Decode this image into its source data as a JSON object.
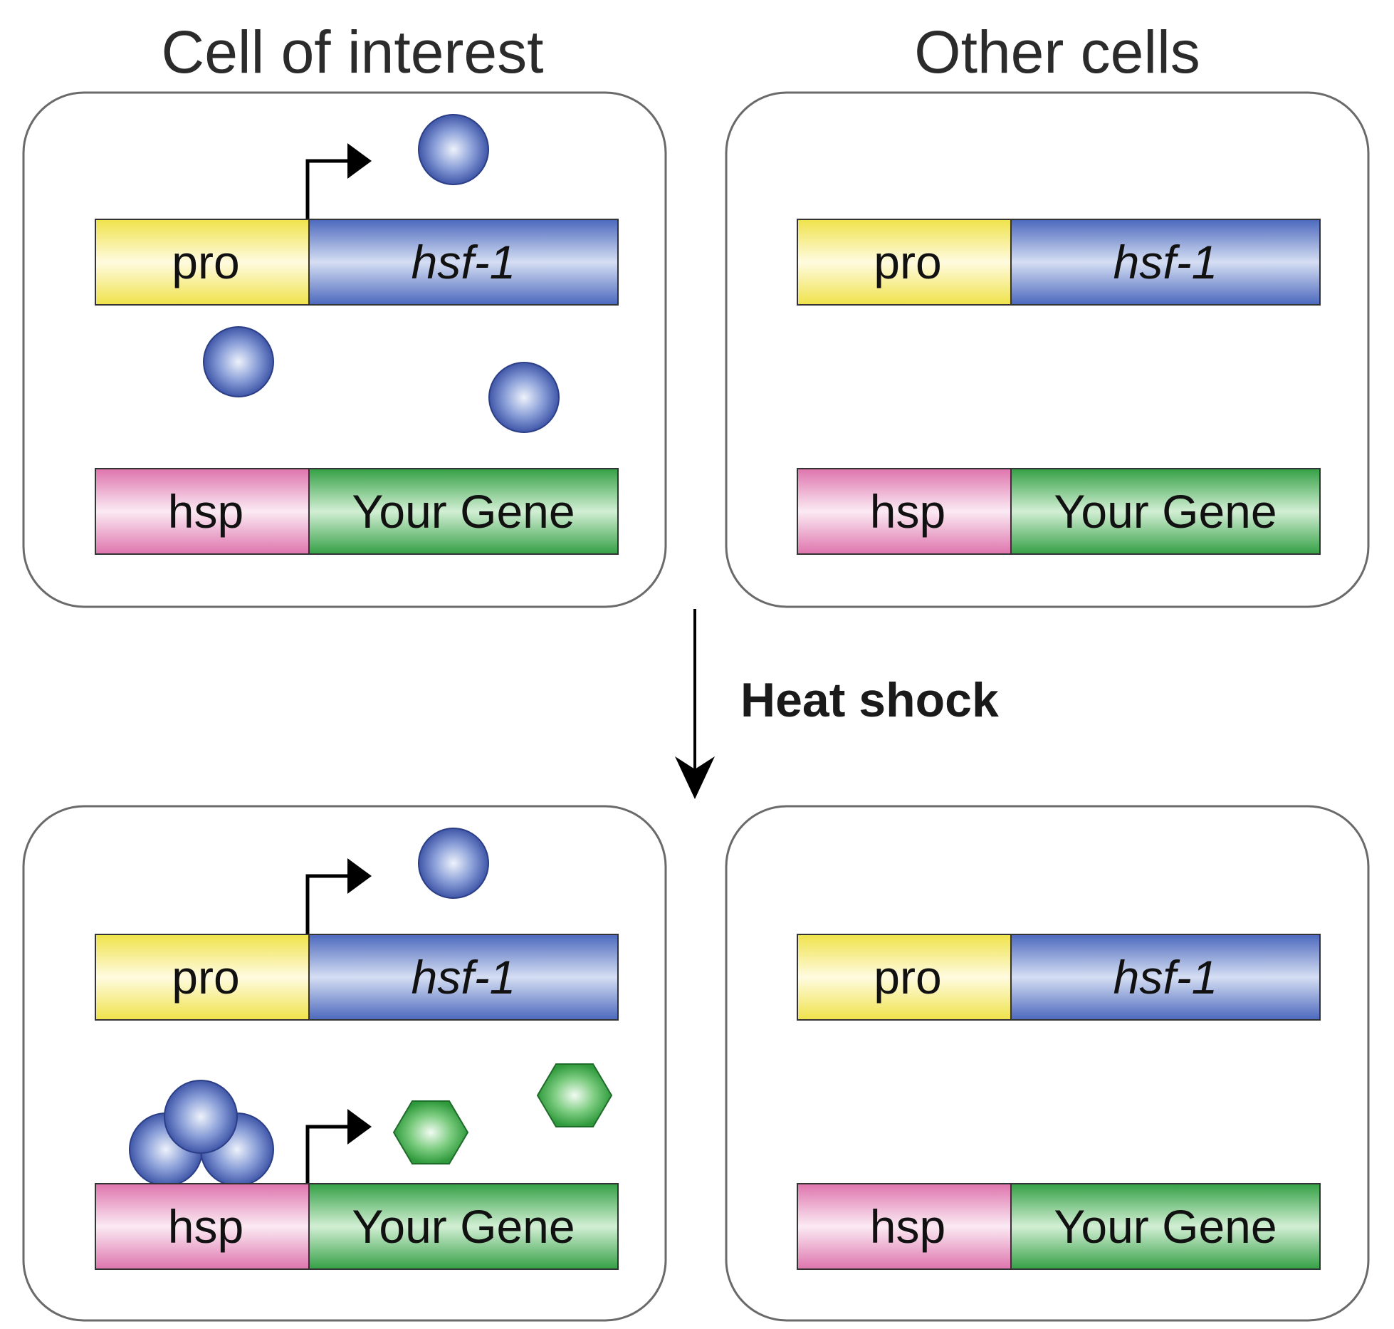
{
  "headers": {
    "left": "Cell of interest",
    "right": "Other cells"
  },
  "constructs": {
    "promoter": "pro",
    "transcription_factor": "hsf-1",
    "heat_promoter": "hsp",
    "reporter": "Your Gene"
  },
  "transition_label": "Heat shock",
  "colors": {
    "promoter": "#f5ec5a",
    "transcription_factor": "#4f6fc0",
    "heat_promoter": "#e07cb0",
    "reporter": "#3aa14a",
    "molecule": "#4a64b8",
    "product": "#43a84b"
  },
  "icons": {
    "transcription_arrow": "bent-arrow-icon",
    "hsf_protein": "sphere-icon",
    "gene_product": "hexagon-icon",
    "transition": "down-arrow-icon"
  }
}
